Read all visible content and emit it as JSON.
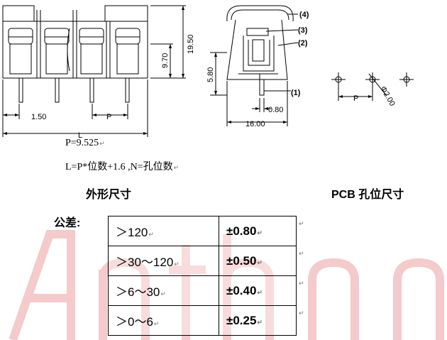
{
  "dimensions": {
    "front_view": {
      "width_1_50": "1.50",
      "pitch_label": "P",
      "total_length_label": "L",
      "height_9_70": "9.70",
      "height_19_50": "19.50"
    },
    "side_view": {
      "height_5_80": "5.80",
      "pin_0_80": "0.80",
      "width_16_00": "16.00"
    },
    "pcb_view": {
      "pitch_label": "P",
      "hole_dia": "Φ2.00"
    }
  },
  "part_labels": [
    "(1)",
    "(2)",
    "(3)",
    "(4)"
  ],
  "formula_pitch": "P=9.525",
  "formula_length": "L=P*位数+1.6 ,N=孔位数",
  "titles": {
    "outline": "外形尺寸",
    "pcb": "PCB 孔位尺寸"
  },
  "tolerance": {
    "label": "公差:",
    "rows": [
      {
        "range": "＞120",
        "tol": "±0.80"
      },
      {
        "range": "＞30～120",
        "tol": "±0.50"
      },
      {
        "range": "＞6～30",
        "tol": "±0.40"
      },
      {
        "range": "＞0～6",
        "tol": "±0.25"
      }
    ]
  },
  "watermark_text": "Anthon",
  "colors": {
    "watermark": "#f3c7c7",
    "ink": "#000000",
    "paragraph_mark": "#777777"
  }
}
